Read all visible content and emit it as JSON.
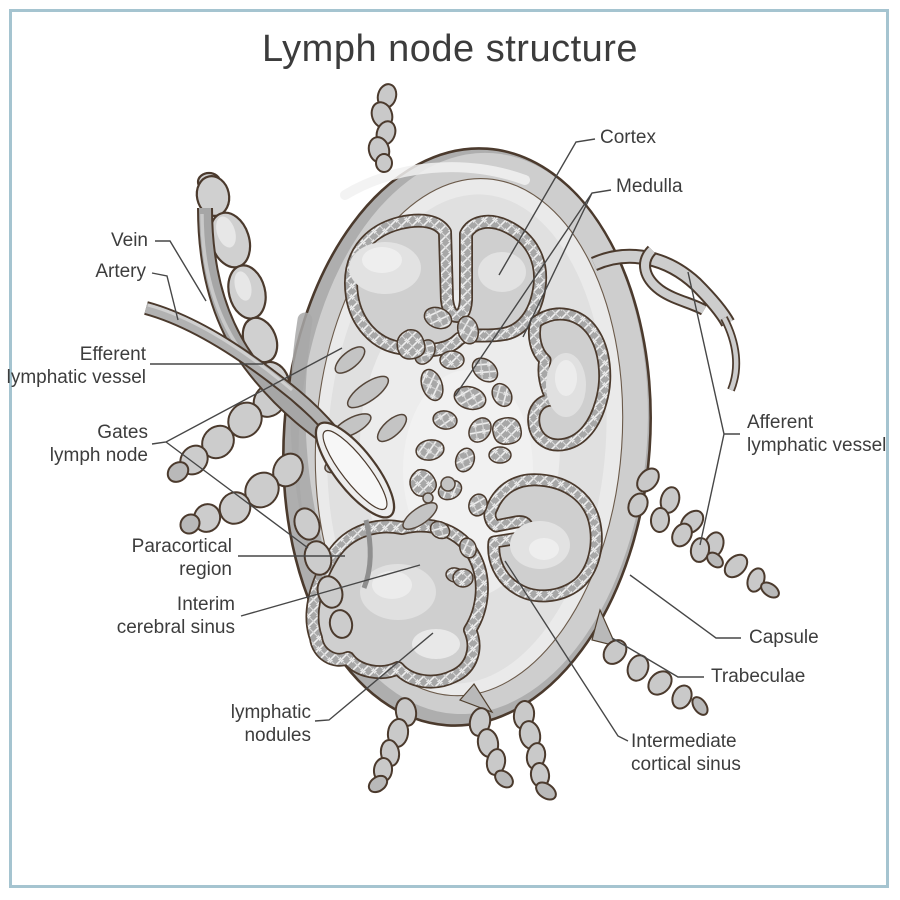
{
  "title": "Lymph node structure",
  "labels": {
    "cortex": {
      "text": "Cortex"
    },
    "medulla": {
      "text": "Medulla"
    },
    "vein": {
      "text": "Vein"
    },
    "artery": {
      "text": "Artery"
    },
    "efferent": {
      "text": "Efferent\nlymphatic vessel"
    },
    "gates": {
      "text": "Gates\nlymph node"
    },
    "afferent": {
      "text": "Afferent\nlymphatic vessel"
    },
    "paracortical": {
      "text": "Paracortical\nregion"
    },
    "interim": {
      "text": "Interim\ncerebral sinus"
    },
    "nodules": {
      "text": "lymphatic\nnodules"
    },
    "capsule": {
      "text": "Capsule"
    },
    "trabeculae": {
      "text": "Trabeculae"
    },
    "intermediate": {
      "text": "Intermediate\ncortical sinus"
    }
  },
  "colors": {
    "frame_border": "#a5c4d0",
    "outline": "#4b3a2d",
    "leader_line": "#474747",
    "label_text": "#3d3d3d",
    "capsule_fill": "#cecece",
    "lobe_fill": "#cfcfcf",
    "sinus_hatch_base": "#a7a7a7",
    "vessel_fill": "#c9c9c9",
    "background": "#ffffff"
  }
}
